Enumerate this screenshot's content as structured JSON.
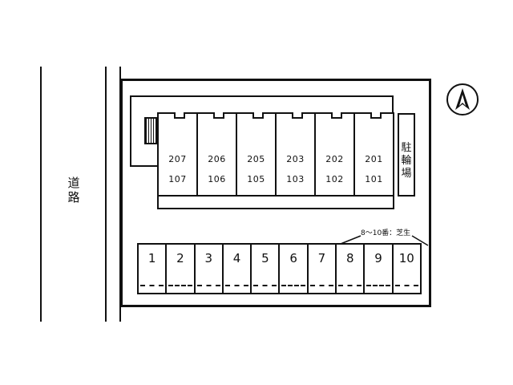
{
  "road": {
    "label": "道路"
  },
  "building": {
    "units": [
      {
        "upper": "207",
        "lower": "107"
      },
      {
        "upper": "206",
        "lower": "106"
      },
      {
        "upper": "205",
        "lower": "105"
      },
      {
        "upper": "203",
        "lower": "103"
      },
      {
        "upper": "202",
        "lower": "102"
      },
      {
        "upper": "201",
        "lower": "101"
      }
    ]
  },
  "bicycle_parking": {
    "label": "駐輪場"
  },
  "parking": {
    "spaces": [
      "1",
      "2",
      "3",
      "4",
      "5",
      "6",
      "7",
      "8",
      "9",
      "10"
    ],
    "note": "8～10番：芝生"
  },
  "compass": {
    "icon": "north-arrow-icon"
  }
}
